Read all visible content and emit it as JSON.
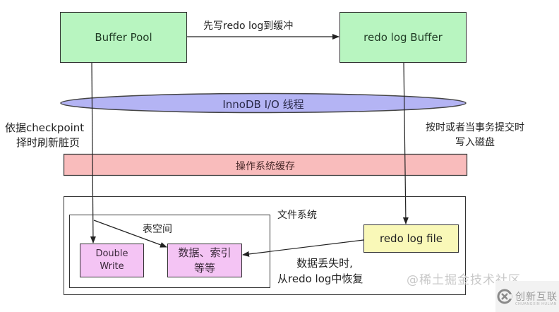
{
  "diagram": {
    "title": "InnoDB redo log & buffer pool flush flow",
    "nodes": {
      "buffer_pool": "Buffer Pool",
      "redo_log_buffer": "redo log Buffer",
      "io_thread": "InnoDB I/O 线程",
      "os_cache": "操作系统缓存",
      "file_system": "文件系统",
      "tablespace": "表空间",
      "double_write_line1": "Double",
      "double_write_line2": "Write",
      "data_index_line1": "数据、索引",
      "data_index_line2": "等等",
      "redo_log_file": "redo log file"
    },
    "edges": {
      "write_redo_first": "先写redo log到缓冲",
      "checkpoint_line1": "依据checkpoint",
      "checkpoint_line2": "择时刷新脏页",
      "commit_line1": "按时或者当事务提交时",
      "commit_line2": "写入磁盘",
      "recover_line1": "数据丢失时,",
      "recover_line2": "从redo log中恢复"
    },
    "colors": {
      "buffer_box": "#b8f5c0",
      "io_thread": "#b4b4f4",
      "os_cache": "#f9bcbc",
      "tablespace_items": "#f4c4f4",
      "redo_log_file": "#f9f8b8"
    }
  },
  "watermark": {
    "text": "@稀土掘金技术社区",
    "logo_text": "创新互联",
    "logo_subtext": "CHUANGXIN HULIAN"
  }
}
